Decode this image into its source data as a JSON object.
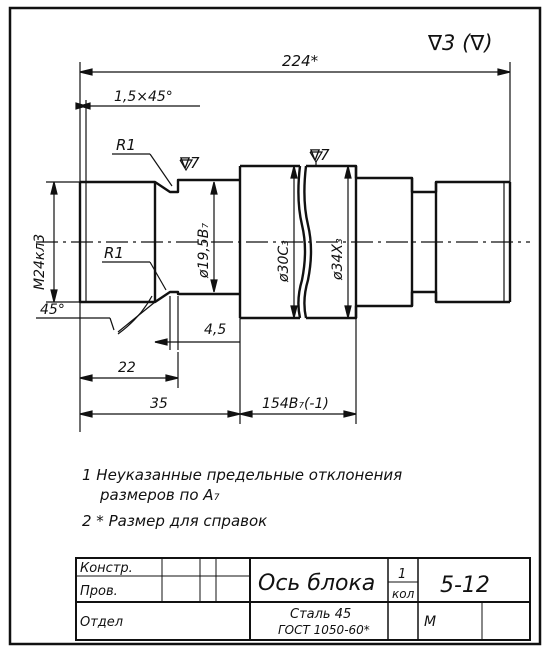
{
  "drawing": {
    "roughness_mark": "∇3 (∇)",
    "overall_length": "224*",
    "chamfer": "1,5×45°",
    "radius_top": "R1",
    "radius_bottom": "R1",
    "finish_mark_1": "∇7",
    "finish_mark_2": "∇7",
    "thread": "M24кл3",
    "dia_1": "ø19,5В₇",
    "dia_2": "ø30С₃",
    "dia_3": "ø34Х₃",
    "angle": "45°",
    "dim_4_5": "4,5",
    "dim_22": "22",
    "dim_35": "35",
    "dim_154": "154В₇(-1)"
  },
  "notes": [
    "1  Неуказанные предельные отклонения",
    "размеров по А₇",
    "2  * Размер для справок"
  ],
  "title_block": {
    "row1_label": "Констр.",
    "row2_label": "Пров.",
    "row3_label": "Отдел",
    "part_name": "Ось блока",
    "qty": "1",
    "qty_label": "кол",
    "doc_number": "5-12",
    "material_line1": "Сталь 45",
    "material_line2": "ГОСТ 1050-60*",
    "scale_label": "М"
  }
}
